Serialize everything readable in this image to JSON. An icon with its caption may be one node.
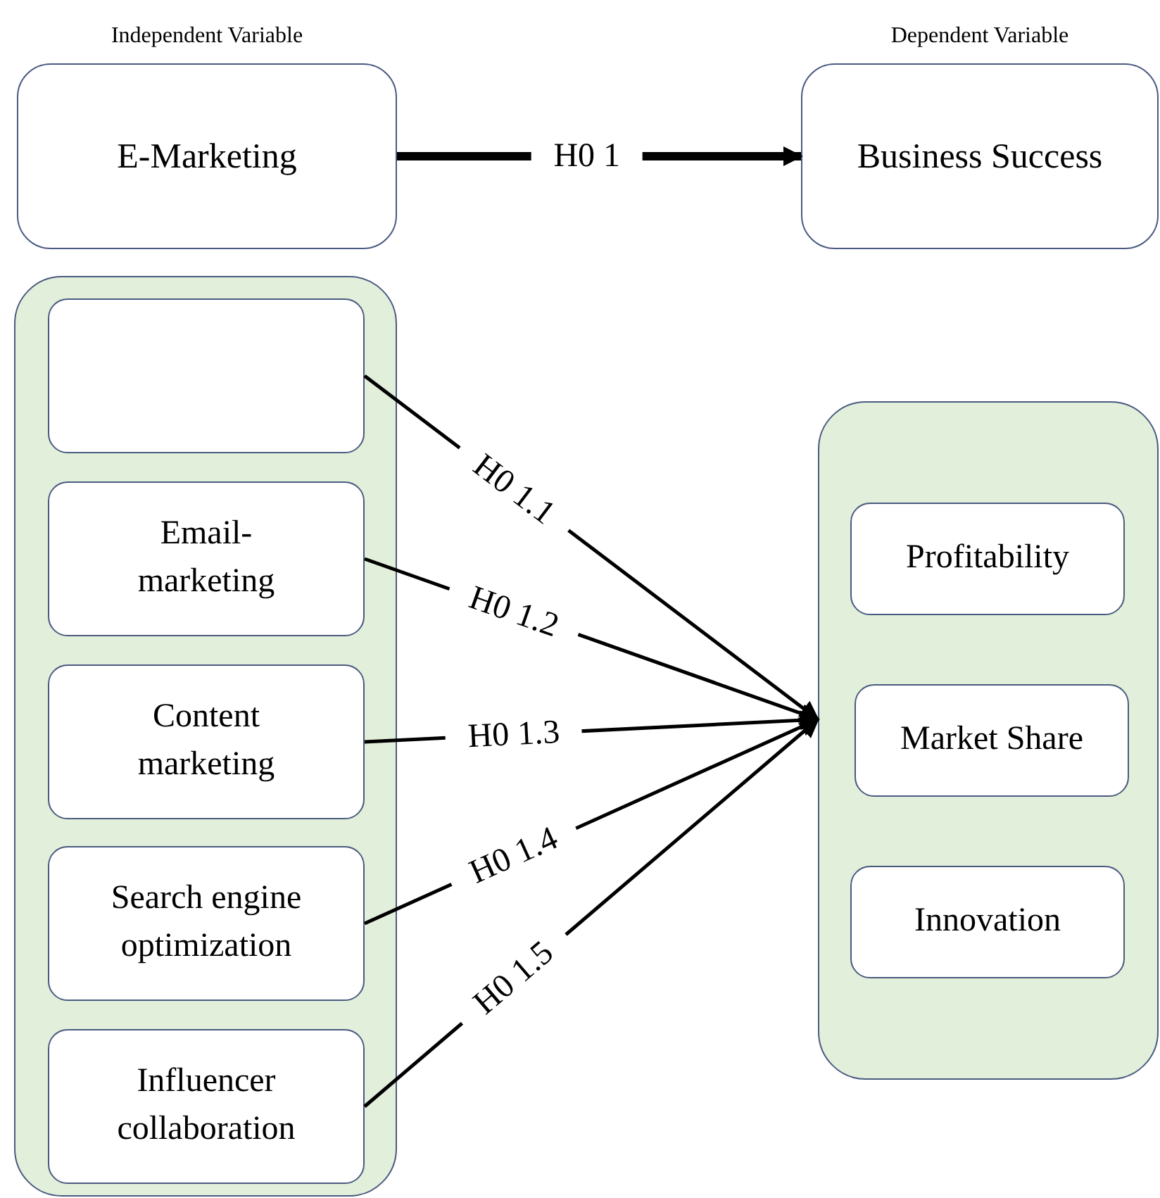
{
  "diagram": {
    "nodes": [
      {
        "text": [
          "Independent Variable",
          "E-Marketing"
        ]
      },
      {
        "text": [
          "Dependent Variable",
          "Business Success"
        ]
      },
      {
        "text": [],
        "shape": "box"
      },
      {
        "text": [],
        "shape": "box",
        "in": 2
      },
      {
        "text": [
          "Email- marketing"
        ],
        "in": 2
      },
      {
        "text": [
          "Content marketing"
        ],
        "in": 2
      },
      {
        "text": [
          "Search engine optimization"
        ],
        "in": 2
      },
      {
        "text": [
          "Influencer collaboration"
        ],
        "in": 2
      },
      {
        "text": [],
        "shape": "box"
      },
      {
        "text": [
          "Profitability"
        ],
        "in": 8
      },
      {
        "text": [
          "Market Share"
        ],
        "in": 8
      },
      {
        "text": [
          "Innovation"
        ],
        "in": 8
      }
    ],
    "edges": [
      {
        "from": 0,
        "to": 1,
        "arrow": "to",
        "label": "H0 1",
        "style": "thick"
      },
      {
        "from": 3,
        "to": 8,
        "arrow": "to",
        "label": "H0 1.1"
      },
      {
        "from": 4,
        "to": 8,
        "arrow": "to",
        "label": "H0 1.2"
      },
      {
        "from": 5,
        "to": 8,
        "arrow": "to",
        "label": "H0 1.3"
      },
      {
        "from": 6,
        "to": 8,
        "arrow": "to",
        "label": "H0 1.4"
      },
      {
        "from": 7,
        "to": 8,
        "arrow": "to",
        "label": "H0 1.5"
      }
    ]
  }
}
